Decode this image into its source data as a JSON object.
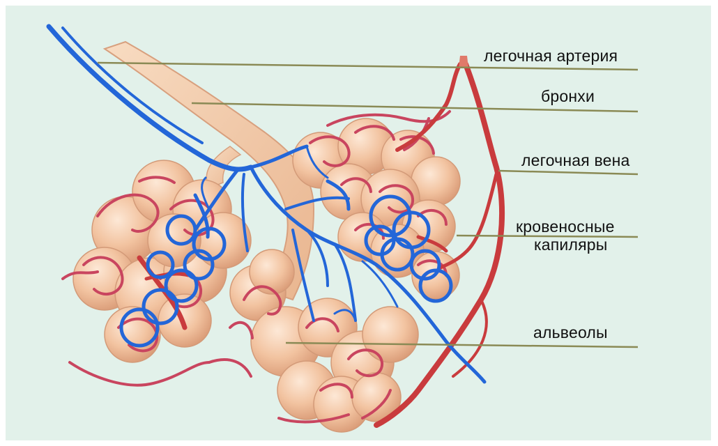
{
  "colors": {
    "background": "#e2f1ea",
    "vein": "#2366d8",
    "artery": "#c93b3d",
    "capillary_red": "#c9455f",
    "alveolus": "#f2c3a0",
    "bronchus": "#f4ccaa",
    "leader_line": "#8a8a55"
  },
  "labels": {
    "pulmonary_artery": "легочная артерия",
    "bronchi": "бронхи",
    "pulmonary_vein": "легочная вена",
    "capillaries_line1": "кровеносные",
    "capillaries_line2": "капиляры",
    "alveoli": "альвеолы"
  }
}
